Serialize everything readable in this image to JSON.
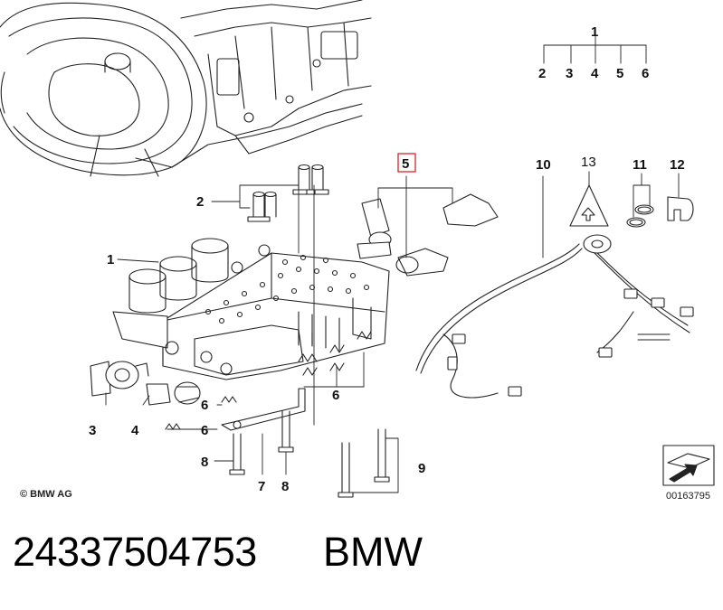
{
  "labels": {
    "assembly_top": "1",
    "assembly_sub": [
      "2",
      "3",
      "4",
      "5",
      "6"
    ],
    "l1": "1",
    "l2": "2",
    "l3": "3",
    "l4": "4",
    "l5": "5",
    "l6a": "6",
    "l6b": "6",
    "l6c": "6",
    "l7": "7",
    "l8a": "8",
    "l8b": "8",
    "l9": "9",
    "l10": "10",
    "l11": "11",
    "l12": "12",
    "l13": "13"
  },
  "copyright": "© BMW AG",
  "doc_id": "00163795",
  "part_number": "24337504753",
  "brand": "BMW",
  "highlight_color": "#d9232d"
}
